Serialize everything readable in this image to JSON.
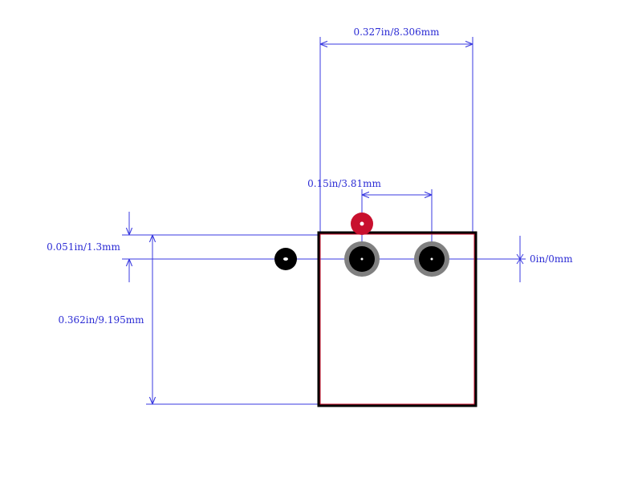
{
  "dimensions": {
    "overall_width": "0.327in/8.306mm",
    "pin_pitch": "0.15in/3.81mm",
    "pin_offset": "0.051in/1.3mm",
    "body_height": "0.362in/9.195mm",
    "origin": "0in/0mm"
  },
  "colors": {
    "dimension": "#3a3ae0",
    "dimension_text": "#2b2bd4",
    "outline": "#000000",
    "courtyard": "#c8102e",
    "pad_ring": "#808080",
    "pad_hole": "#000000",
    "pin1_marker": "#c8102e"
  }
}
